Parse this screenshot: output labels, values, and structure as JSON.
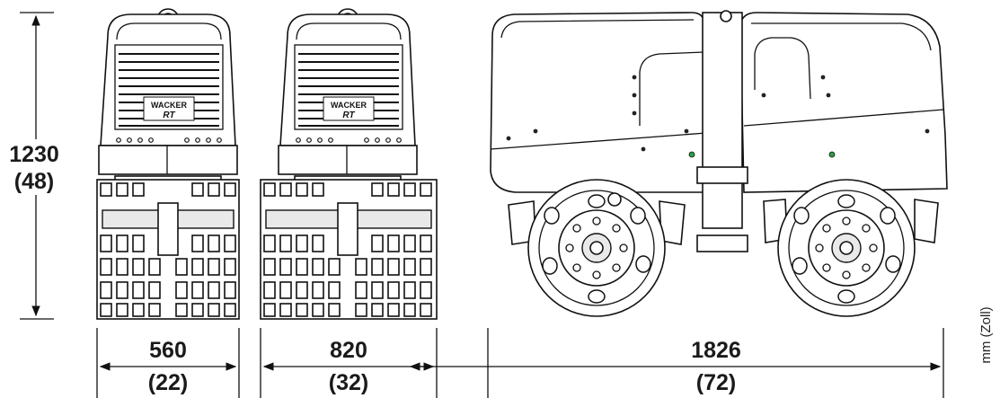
{
  "dimensions": {
    "height_mm": "1230",
    "height_in": "(48)",
    "width_narrow_mm": "560",
    "width_narrow_in": "(22)",
    "width_wide_mm": "820",
    "width_wide_in": "(32)",
    "length_mm": "1826",
    "length_in": "(72)"
  },
  "units_label": "mm (Zoll)",
  "brand_mark": "WACKER RT",
  "colors": {
    "line": "#111111",
    "accent_green": "#2e9e44"
  }
}
